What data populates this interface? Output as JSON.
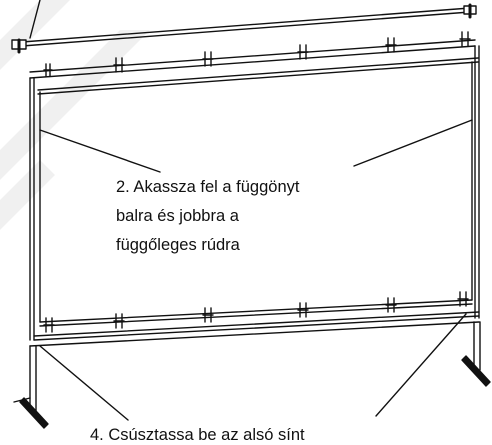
{
  "step2": {
    "line1": "2. Akassza fel a függönyt",
    "line2": "balra és jobbra a",
    "line3": "függőleges rúdra"
  },
  "step4": {
    "text": "4. Csúsztassa be az alsó sínt"
  },
  "colors": {
    "ink": "#111111",
    "watermark": "#d8d8d8",
    "background": "#ffffff"
  }
}
